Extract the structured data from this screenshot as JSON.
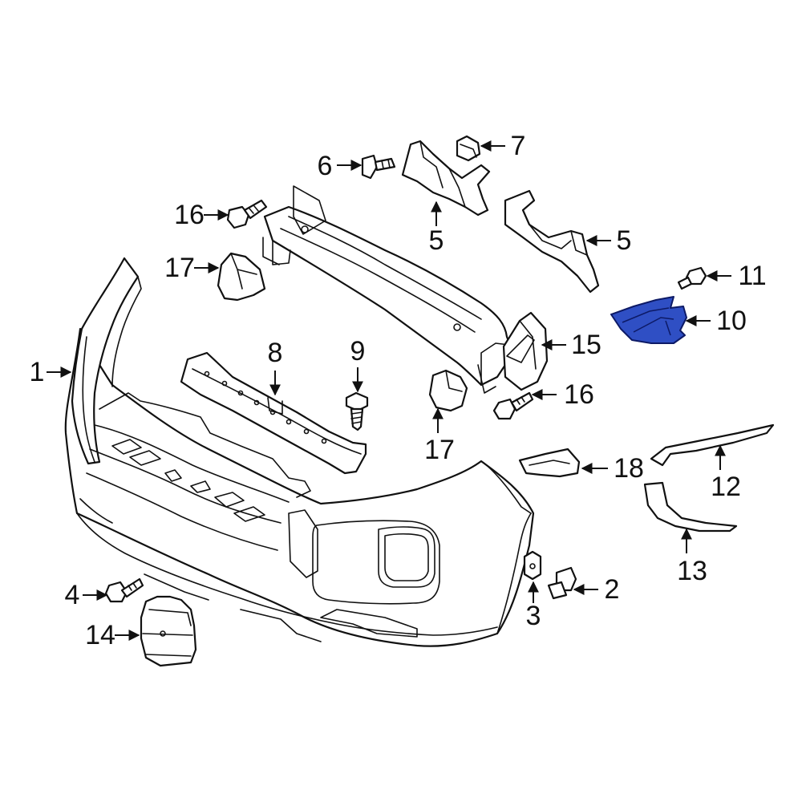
{
  "diagram": {
    "highlight_color": "#2f4fc4",
    "line_color": "#111111",
    "callouts": [
      {
        "id": "1",
        "label": "1"
      },
      {
        "id": "2",
        "label": "2"
      },
      {
        "id": "3",
        "label": "3"
      },
      {
        "id": "4",
        "label": "4"
      },
      {
        "id": "5a",
        "label": "5"
      },
      {
        "id": "5b",
        "label": "5"
      },
      {
        "id": "6",
        "label": "6"
      },
      {
        "id": "7",
        "label": "7"
      },
      {
        "id": "8",
        "label": "8"
      },
      {
        "id": "9",
        "label": "9"
      },
      {
        "id": "10",
        "label": "10",
        "highlighted": true
      },
      {
        "id": "11",
        "label": "11"
      },
      {
        "id": "12",
        "label": "12"
      },
      {
        "id": "13",
        "label": "13"
      },
      {
        "id": "14",
        "label": "14"
      },
      {
        "id": "15",
        "label": "15"
      },
      {
        "id": "16a",
        "label": "16"
      },
      {
        "id": "16b",
        "label": "16"
      },
      {
        "id": "17a",
        "label": "17"
      },
      {
        "id": "17b",
        "label": "17"
      },
      {
        "id": "18",
        "label": "18"
      }
    ]
  }
}
